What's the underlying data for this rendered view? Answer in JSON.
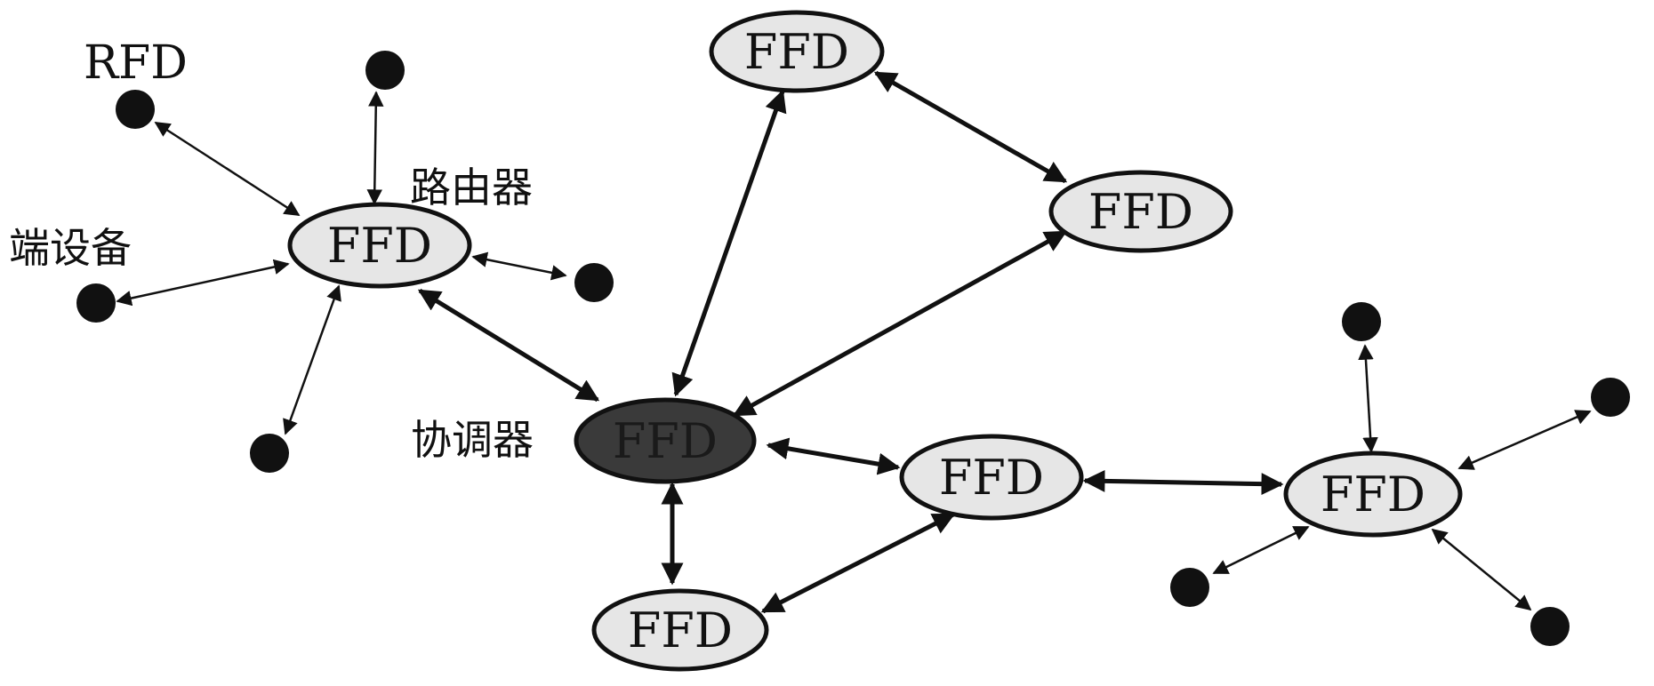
{
  "diagram": {
    "annotations": {
      "rfd": "RFD",
      "router": "路由器",
      "end_device": "端设备",
      "coordinator": "协调器"
    },
    "ffd_label": "FFD",
    "colors": {
      "ffd_fill": "#e6e6e6",
      "coordinator_fill": "#3a3a3a",
      "rfd_fill": "#111111",
      "line": "#111111"
    }
  }
}
